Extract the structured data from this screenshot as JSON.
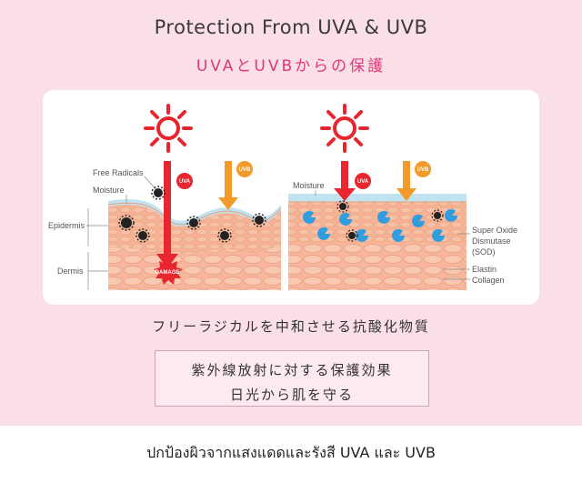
{
  "header": {
    "title_en": "Protection From UVA & UVB",
    "title_jp": "UVAとUVBからの保護"
  },
  "diagram": {
    "left": {
      "label_free_radicals": "Free Radicals",
      "label_moisture": "Moisture",
      "label_epidermis": "Epidermis",
      "label_dermis": "Dermis",
      "uva_badge": "UVA",
      "uvb_badge": "UVB",
      "damage_badge": "DAMAGE"
    },
    "right": {
      "label_moisture": "Moisture",
      "uva_badge": "UVA",
      "uvb_badge": "UVB",
      "label_sod_1": "Super Oxide",
      "label_sod_2": "Dismutase",
      "label_sod_3": "(SOD)",
      "label_elastin": "Elastin",
      "label_collagen": "Collagen"
    }
  },
  "caption": "フリーラジカルを中和させる抗酸化物質",
  "box": {
    "line1": "紫外線放射に対する保護効果",
    "line2": "日光から肌を守る"
  },
  "footer": "ปกป้องผิวจากแสงแดดและรังสี UVA และ UVB",
  "colors": {
    "pink_bg": "#fbdfe6",
    "title_pink": "#e0387c",
    "uva_red": "#e8262f",
    "uvb_orange": "#f39a2b",
    "sod_blue": "#2f9ee0"
  }
}
